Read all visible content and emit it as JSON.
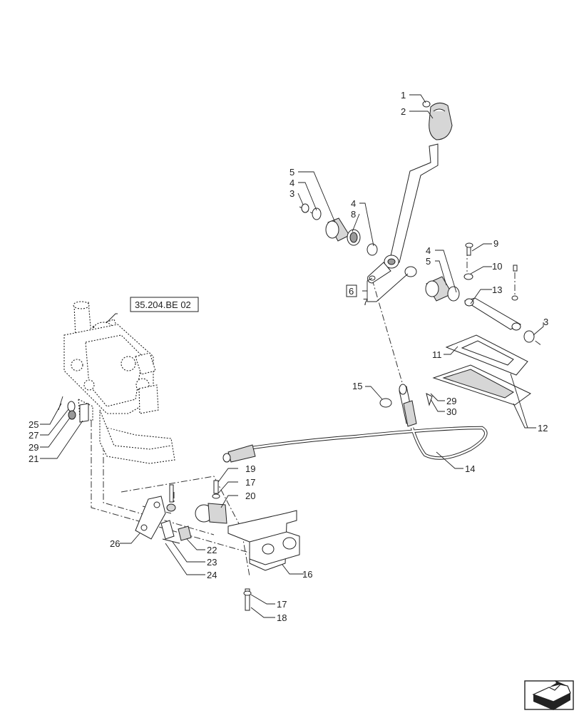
{
  "reference": "35.204.BE 02",
  "group_label": "6",
  "callouts": {
    "c1": "1",
    "c2": "2",
    "c5a": "5",
    "c4a": "4",
    "c3a": "3",
    "c4b": "4",
    "c8": "8",
    "c6": "6",
    "c7": "7",
    "c9": "9",
    "c10": "10",
    "c4c": "4",
    "c5b": "5",
    "c13": "13",
    "c3b": "3",
    "c11": "11",
    "c12": "12",
    "c15": "15",
    "c29a": "29",
    "c30": "30",
    "c14": "14",
    "c25": "25",
    "c27": "27",
    "c29b": "29",
    "c21": "21",
    "c19": "19",
    "c17a": "17",
    "c20": "20",
    "c26": "26",
    "c22": "22",
    "c23": "23",
    "c24": "24",
    "c16": "16",
    "c17b": "17",
    "c18": "18"
  },
  "icons": {
    "nav": "next-page-arrow-icon"
  }
}
